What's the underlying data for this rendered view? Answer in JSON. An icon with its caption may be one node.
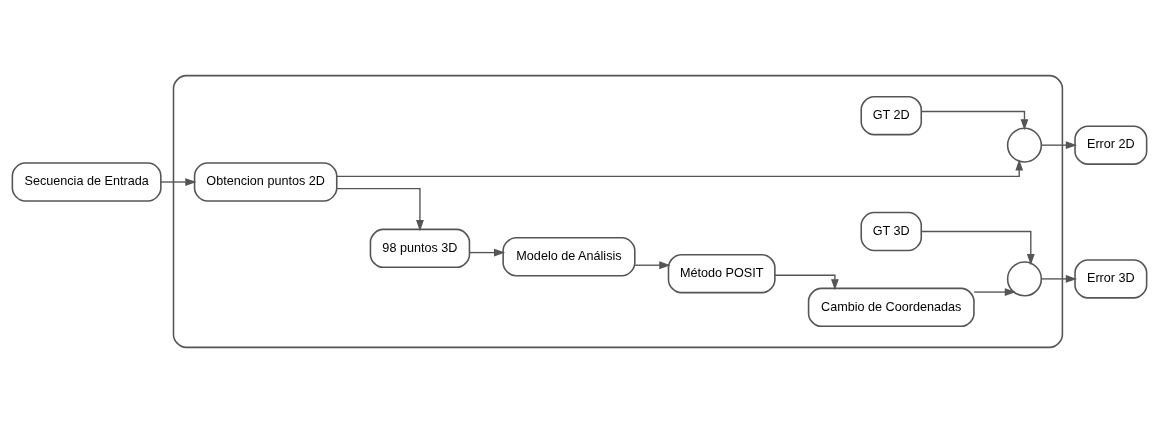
{
  "diagram": {
    "nodes": [
      {
        "text": [
          "Secuencia de Entrada"
        ]
      },
      {
        "text": [],
        "shape": "box"
      },
      {
        "text": [
          "GT 2D"
        ],
        "in": 1
      },
      {
        "text": [],
        "shape": "circle",
        "in": 1
      },
      {
        "text": [
          "Obtencion puntos 2D"
        ],
        "in": 1
      },
      {
        "text": [
          "98 puntos 3D"
        ],
        "in": 1
      },
      {
        "text": [
          "Modelo de Análisis"
        ],
        "in": 1
      },
      {
        "text": [
          "Método POSIT"
        ],
        "in": 1
      },
      {
        "text": [
          "Cambio de Coordenadas"
        ],
        "in": 1
      },
      {
        "text": [],
        "shape": "circle",
        "in": 1
      },
      {
        "text": [
          "GT 3D"
        ],
        "in": 1
      },
      {
        "text": [
          "Error 2D"
        ]
      },
      {
        "text": [
          "Error 3D"
        ]
      }
    ],
    "edges": [
      {
        "from": 0,
        "to": 4,
        "arrow": "to"
      },
      {
        "from": 4,
        "to": 5,
        "arrow": "to"
      },
      {
        "from": 4,
        "to": 3,
        "arrow": "to"
      },
      {
        "from": 5,
        "to": 6,
        "arrow": "to"
      },
      {
        "from": 6,
        "to": 7,
        "arrow": "to"
      },
      {
        "from": 7,
        "to": 8,
        "arrow": "to"
      },
      {
        "from": 8,
        "to": 9,
        "arrow": "to"
      },
      {
        "from": 2,
        "to": 3,
        "arrow": "to"
      },
      {
        "from": 10,
        "to": 9,
        "arrow": "to"
      },
      {
        "from": 3,
        "to": 11,
        "arrow": "to"
      },
      {
        "from": 9,
        "to": 12,
        "arrow": "to"
      }
    ]
  }
}
